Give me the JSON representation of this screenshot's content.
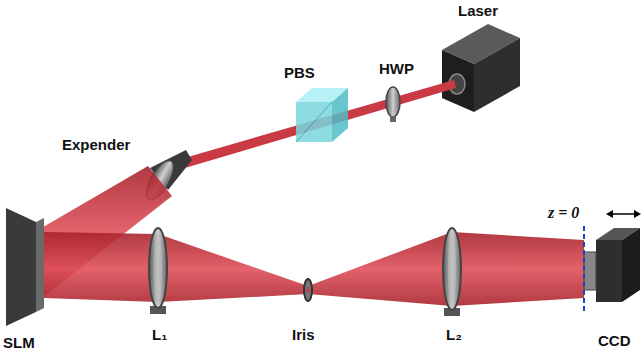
{
  "diagram": {
    "labels": [
      "Laser",
      "HWP",
      "PBS",
      "Expender",
      "SLM",
      "L₁",
      "Iris",
      "L₂",
      "CCD",
      "z = 0"
    ]
  }
}
